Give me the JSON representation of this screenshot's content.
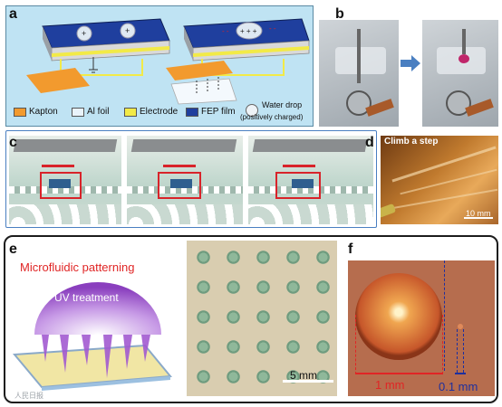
{
  "panels": {
    "a": {
      "label": "a"
    },
    "b": {
      "label": "b"
    },
    "c": {
      "label": "c"
    },
    "d": {
      "label": "d",
      "caption": "Climb a step",
      "scalebar": "10 mm"
    },
    "e": {
      "label": "e",
      "title": "Microfluidic patterning",
      "uv": "UV treatment",
      "scalebar": "5 mm"
    },
    "f": {
      "label": "f",
      "scale1": "1 mm",
      "scale2": "0.1 mm"
    }
  },
  "legend": [
    {
      "label": "Kapton",
      "color": "#f29a2e"
    },
    {
      "label": "Al foil",
      "color": "#e9f3fb"
    },
    {
      "label": "Electrode",
      "color": "#f2ea47"
    },
    {
      "label": "FEP film",
      "color": "#1f3f9e"
    }
  ],
  "legend_drop": {
    "line1": "Water drop",
    "line2": "(positively charged)"
  },
  "watermark": "人民日报"
}
